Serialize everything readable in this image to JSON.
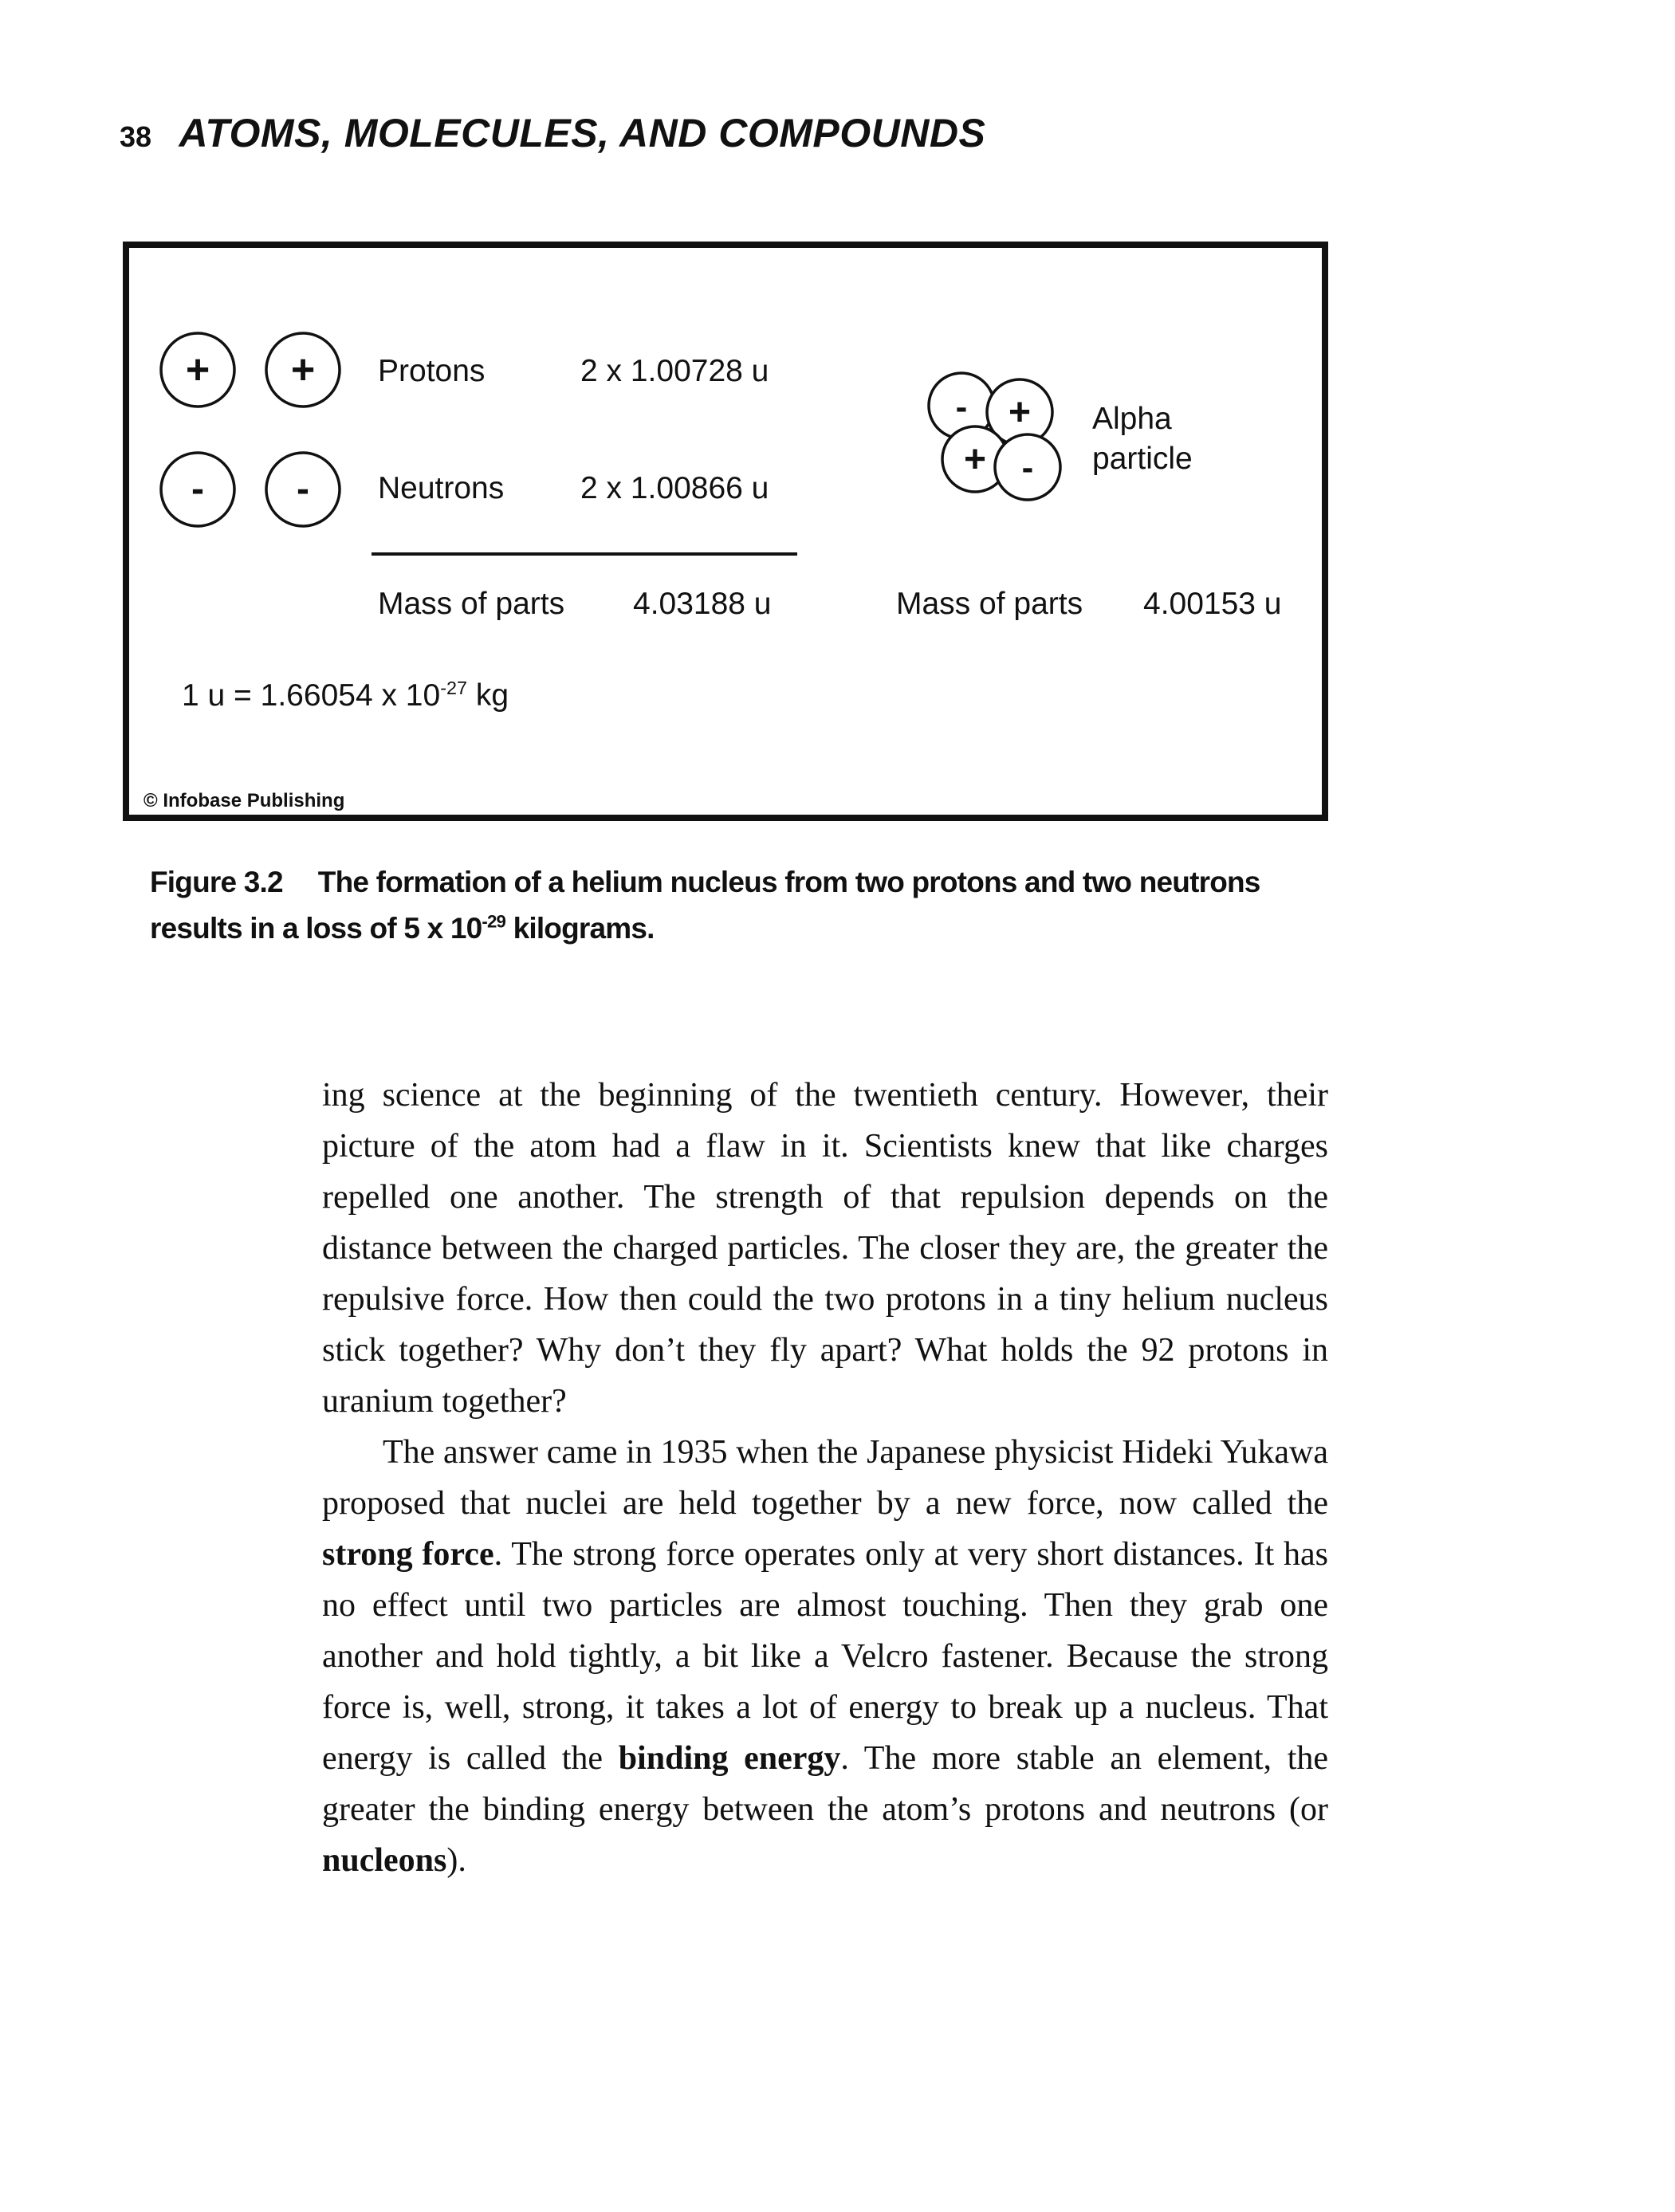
{
  "header": {
    "page_number": "38",
    "running_title": "ATOMS, MOLECULES, AND COMPOUNDS"
  },
  "figure": {
    "protons_label": "Protons",
    "protons_value": "2 x 1.00728 u",
    "neutrons_label": "Neutrons",
    "neutrons_value": "2 x 1.00866 u",
    "left_mass_label": "Mass of parts",
    "left_mass_value": "4.03188 u",
    "alpha_line1": "Alpha",
    "alpha_line2": "particle",
    "right_mass_label": "Mass of parts",
    "right_mass_value": "4.00153 u",
    "unit_base": "1 u = 1.66054 x 10",
    "unit_exp": "-27",
    "unit_tail": "kg",
    "credit": "© Infobase Publishing",
    "plus_sign": "+",
    "minus_sign": "-"
  },
  "caption": {
    "fig_num": "Figure 3.2",
    "text_before": "The formation of a helium nucleus from two protons and two neutrons results in a loss of 5 x 10",
    "exp": "-29",
    "text_after": " kilograms."
  },
  "body": {
    "p1": "ing science at the beginning of the twentieth century. However, their picture of the atom had a flaw in it. Scientists knew that like charges repelled one another. The strength of that repulsion depends on the distance between the charged particles. The closer they are, the greater the repulsive force. How then could the two protons in a tiny helium nucleus stick together? Why don’t they fly apart? What holds the 92 protons in uranium together?",
    "p2_a": "The answer came in 1935 when the Japanese physicist Hideki Yukawa proposed that nuclei are held together by a new force, now called the ",
    "p2_b": "strong force",
    "p2_c": ". The strong force operates only at very short distances. It has no effect until two particles are almost touching. Then they grab one another and hold tightly, a bit like a Velcro fastener. Because the strong force is, well, strong, it takes a lot of energy to break up a nucleus. That energy is called the ",
    "p2_d": "binding energy",
    "p2_e": ". The more stable an element, the greater the binding energy between the atom’s protons and neutrons (or ",
    "p2_f": "nucleons",
    "p2_g": ")."
  }
}
